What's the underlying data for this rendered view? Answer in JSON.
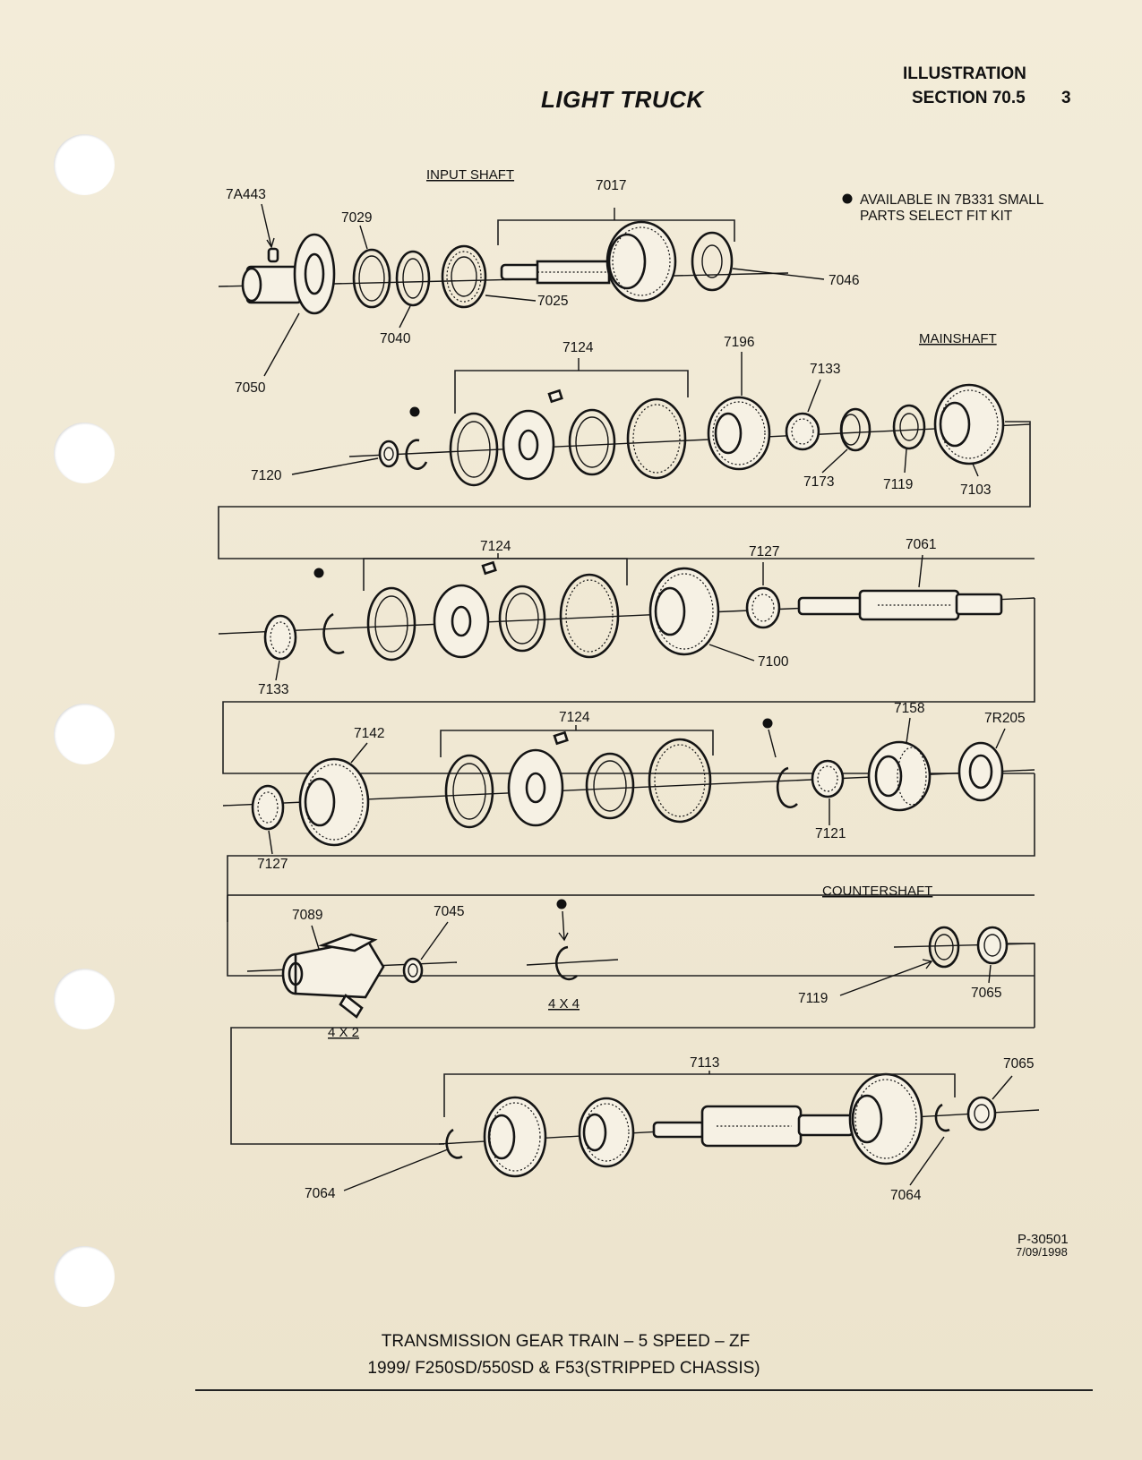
{
  "header": {
    "title": "LIGHT TRUCK",
    "illustration": "ILLUSTRATION",
    "section": "SECTION 70.5",
    "page": "3"
  },
  "note": {
    "line1": "AVAILABLE IN 7B331 SMALL",
    "line2": "PARTS SELECT FIT KIT"
  },
  "sections": {
    "input_shaft": "INPUT SHAFT",
    "mainshaft": "MAINSHAFT",
    "countershaft": "COUNTERSHAFT",
    "x4x2": "4 X 2",
    "x4x4": "4 X 4"
  },
  "parts": {
    "p7A443": "7A443",
    "p7029": "7029",
    "p7017": "7017",
    "p7046": "7046",
    "p7025": "7025",
    "p7040": "7040",
    "p7050": "7050",
    "r2_7124": "7124",
    "p7196": "7196",
    "r2_7133": "7133",
    "p7120": "7120",
    "p7173": "7173",
    "r2_7119": "7119",
    "p7103": "7103",
    "r3_7124": "7124",
    "p7127": "7127",
    "p7061": "7061",
    "r3_7133": "7133",
    "p7100": "7100",
    "r4_7124": "7124",
    "p7142": "7142",
    "p7158": "7158",
    "p7R205": "7R205",
    "r4_7127": "7127",
    "p7121": "7121",
    "p7089": "7089",
    "p7045": "7045",
    "r5_7119": "7119",
    "r5_7065": "7065",
    "p7113": "7113",
    "r6_7065": "7065",
    "r6_7064a": "7064",
    "r6_7064b": "7064"
  },
  "footer": {
    "drawing_no": "P-30501",
    "date": "7/09/1998",
    "caption1": "TRANSMISSION GEAR TRAIN – 5 SPEED – ZF",
    "caption2": "1999/ F250SD/550SD & F53(STRIPPED CHASSIS)"
  }
}
